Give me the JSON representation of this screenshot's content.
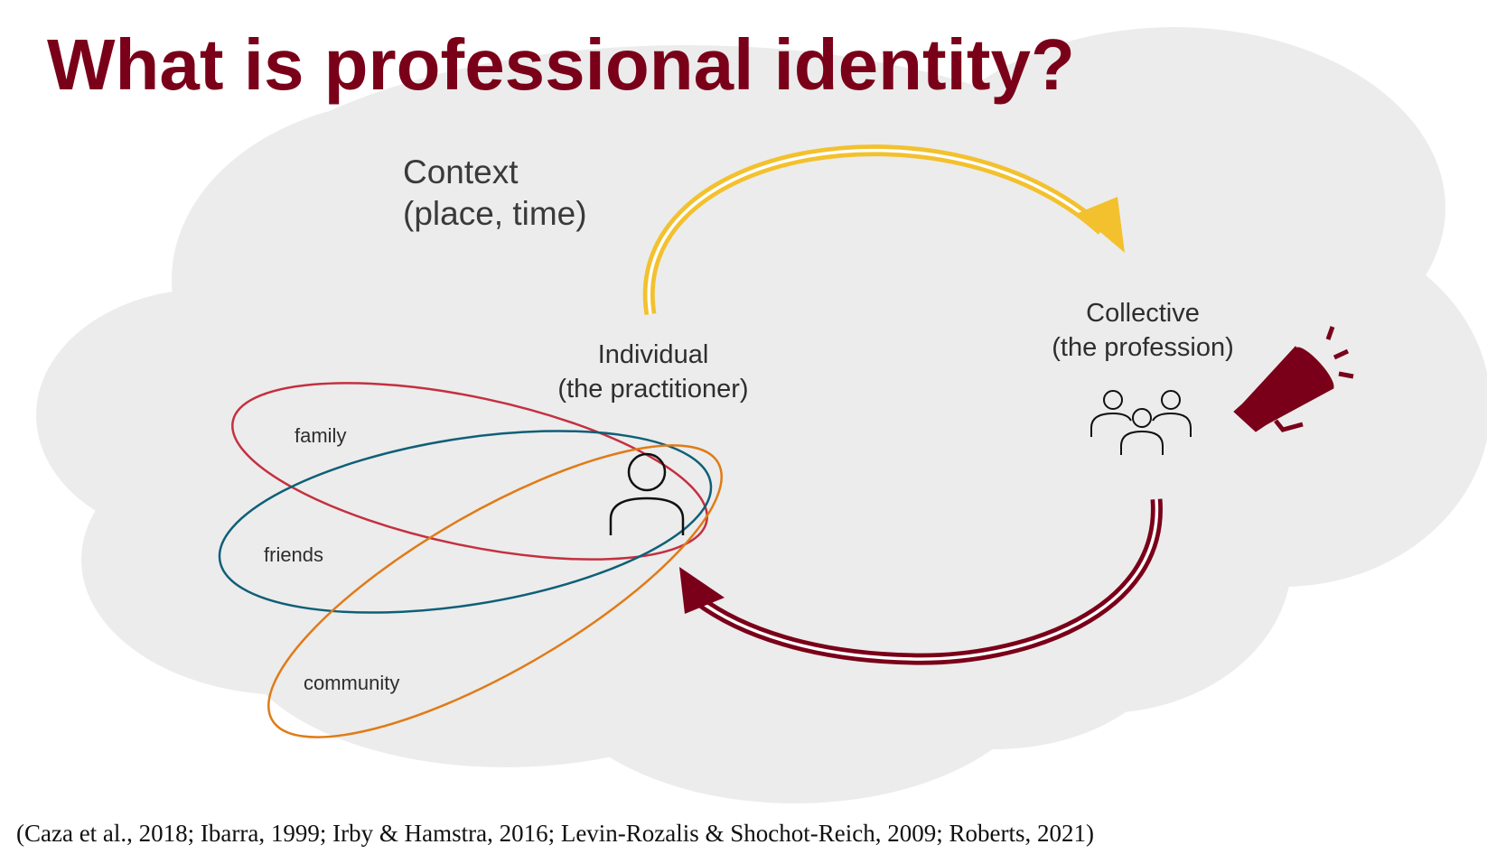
{
  "title": "What is professional identity?",
  "context": {
    "line1": "Context",
    "line2": "(place, time)"
  },
  "individual": {
    "line1": "Individual",
    "line2": "(the practitioner)"
  },
  "collective": {
    "line1": "Collective",
    "line2": "(the profession)"
  },
  "groups": {
    "family": "family",
    "friends": "friends",
    "community": "community"
  },
  "icons": [
    "person-icon",
    "people-group-icon",
    "megaphone-icon"
  ],
  "colors": {
    "title": "#7a0019",
    "family": "#c4303f",
    "friends": "#0f5f78",
    "community": "#e07b17",
    "arrow_to_collective": "#f3c12e",
    "arrow_to_individual": "#7a0019",
    "cloud": "#ececec"
  },
  "citation": "(Caza et al., 2018; Ibarra, 1999; Irby & Hamstra, 2016; Levin-Rozalis & Shochot-Reich, 2009; Roberts, 2021)"
}
